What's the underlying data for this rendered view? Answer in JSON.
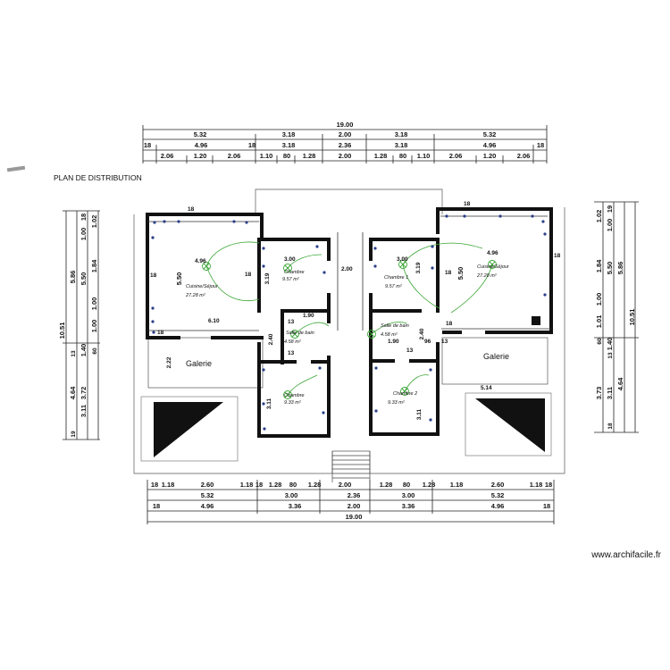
{
  "title": "PLAN DE DISTRIBUTION",
  "watermark": "www.archifacile.fr",
  "dims": {
    "top": {
      "total": "19.00",
      "row1": [
        "5.32",
        "3.18",
        "2.00",
        "3.18",
        "5.32"
      ],
      "row2": [
        "18",
        "4.96",
        "18",
        "3.18",
        "2.36",
        "3.18",
        "4.96",
        "18"
      ],
      "row3": [
        "2.06",
        "1.20",
        "2.06",
        "1.10",
        "80",
        "1.28",
        "2.00",
        "1.28",
        "80",
        "1.10",
        "2.06",
        "1.20",
        "2.06"
      ]
    },
    "bottom": {
      "row1": [
        "18",
        "1.18",
        "2.60",
        "1.18",
        "18",
        "1.28",
        "80",
        "1.28",
        "2.00",
        "1.28",
        "80",
        "1.28",
        "1.18",
        "2.60",
        "1.18",
        "18"
      ],
      "row2": [
        "5.32",
        "3.00",
        "2.36",
        "3.00",
        "5.32"
      ],
      "row3": [
        "18",
        "4.96",
        "3.36",
        "2.00",
        "3.36",
        "4.96",
        "18"
      ],
      "total": "19.00"
    },
    "left": {
      "total": "10.51",
      "a": [
        "5.86",
        "4.64"
      ],
      "b": [
        "18",
        "1.00",
        "5.50",
        "3.72"
      ],
      "c": [
        "1.02",
        "1.84",
        "1.00",
        "1.00",
        "1.40",
        "3.11"
      ],
      "d": [
        "60",
        "13",
        "19"
      ]
    },
    "right": {
      "total": "10.51",
      "a": [
        "5.86",
        "4.64"
      ],
      "b": [
        "19",
        "1.00",
        "5.50",
        "3.73"
      ],
      "c": [
        "1.02",
        "1.84",
        "1.00",
        "1.01",
        "1.40",
        "3.11"
      ],
      "d": [
        "60",
        "13",
        "18"
      ]
    }
  },
  "rooms": {
    "cuisine_left": {
      "name": "Cuisine/Séjour",
      "area": "27.28 m²"
    },
    "chambre_left": {
      "name": "Chambre",
      "area": "9.57 m²"
    },
    "sdb_left": {
      "name": "Salle de bain",
      "area": "4.58 m²"
    },
    "chambre2_left": {
      "name": "Chambre",
      "area": "9.33 m²"
    },
    "cuisine_right": {
      "name": "Cuisine/Séjour",
      "area": "27.28 m²"
    },
    "chambre1_right": {
      "name": "Chambre 1",
      "area": "9.57 m²"
    },
    "sdb_right": {
      "name": "Salle de bain",
      "area": "4.58 m²"
    },
    "chambre2_right": {
      "name": "Chambre 2",
      "area": "9.33 m²"
    },
    "galerie_left": "Galerie",
    "galerie_right": "Galerie"
  },
  "inner": {
    "l_496": "4.96",
    "l_550": "5.50",
    "l_18a": "18",
    "l_18b": "18",
    "l_18c": "18",
    "l_18d": "18",
    "l_610": "6.10",
    "l_222": "2.22",
    "l_300": "3.00",
    "l_319": "3.19",
    "l_190": "1.90",
    "l_240": "2.40",
    "l_13a": "13",
    "l_13b": "13",
    "l_311": "3.11",
    "l_200": "2.00",
    "r_496": "4.96",
    "r_550": "5.50",
    "r_300": "3.00",
    "r_319": "3.19",
    "r_190": "1.90",
    "r_240": "2.40",
    "r_96": "96",
    "r_13a": "13",
    "r_13b": "13",
    "r_311": "3.11",
    "r_514": "5.14",
    "r_18a": "18",
    "r_18b": "18",
    "r_18c": "18",
    "r_18d": "18"
  }
}
